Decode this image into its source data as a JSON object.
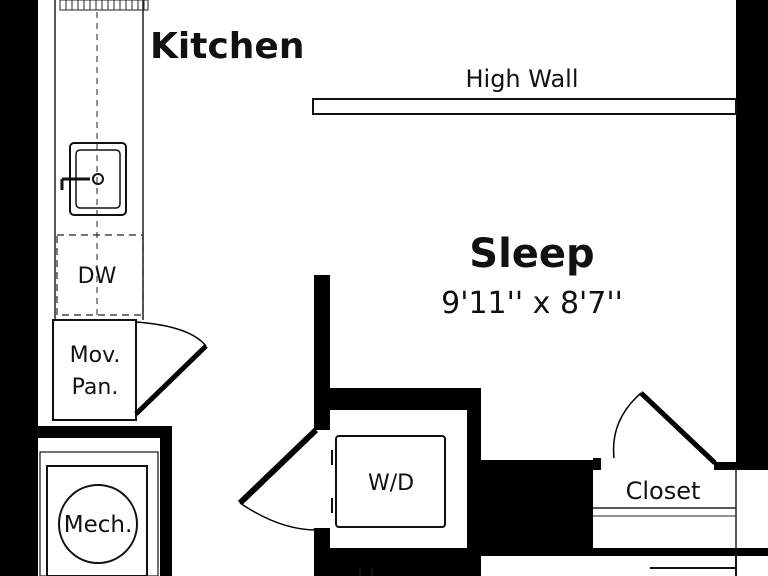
{
  "rooms": {
    "kitchen": {
      "label": "Kitchen"
    },
    "sleep": {
      "label": "Sleep",
      "dimensions": "9'11'' x 8'7''"
    }
  },
  "features": {
    "high_wall": "High Wall",
    "dishwasher": "DW",
    "movable_pantry": {
      "line1": "Mov.",
      "line2": "Pan."
    },
    "washer_dryer": "W/D",
    "closet": "Closet",
    "mechanical": "Mech."
  },
  "colors": {
    "wall": "#000000",
    "background": "#ffffff",
    "line": "#222222"
  }
}
